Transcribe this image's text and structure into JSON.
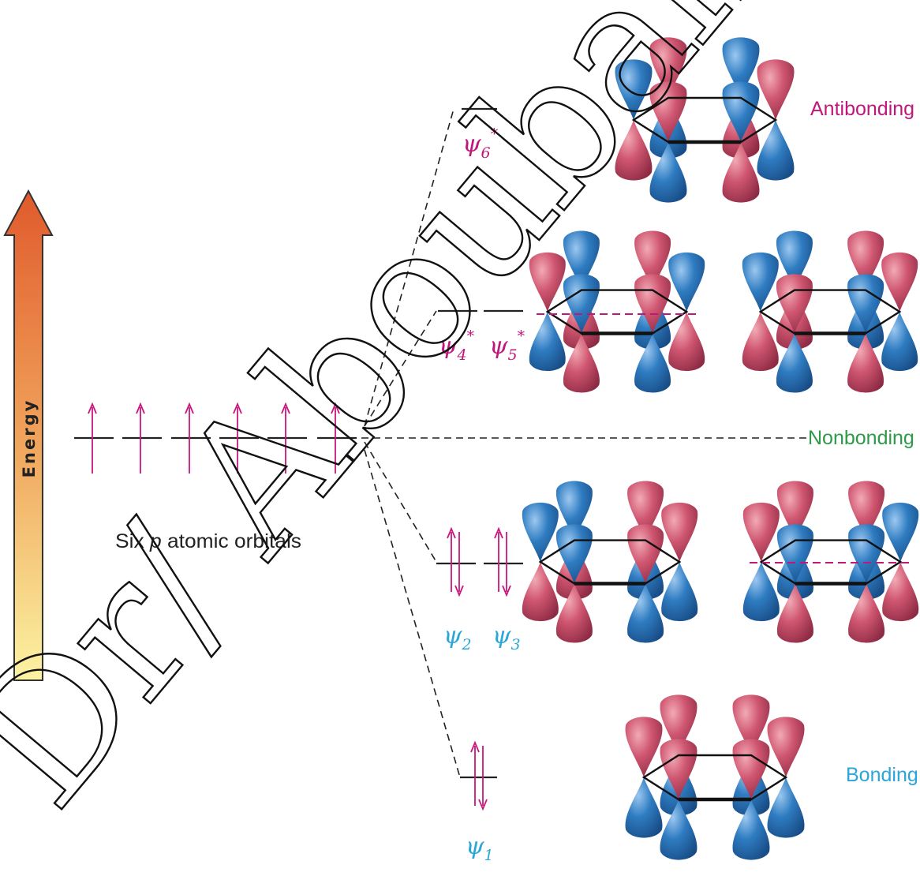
{
  "diagram": {
    "energy_axis_label": "Energy",
    "atomic_orbitals_caption_before": "Six ",
    "atomic_orbitals_caption_p": "p",
    "atomic_orbitals_caption_after": " atomic orbitals",
    "category_labels": {
      "antibonding": "Antibonding",
      "nonbonding": "Nonbonding",
      "bonding": "Bonding"
    },
    "mo_labels": {
      "psi": "ψ",
      "psi1_sub": "1",
      "psi2_sub": "2",
      "psi3_sub": "3",
      "psi4_sub": "4",
      "psi5_sub": "5",
      "psi6_sub": "6",
      "star": "*"
    },
    "colors": {
      "antibonding": "#c0187a",
      "nonbonding": "#2e9a48",
      "bonding": "#2aa6d8",
      "lobe_red": "#cf5670",
      "lobe_blue": "#2f7cc1",
      "electron_arrow": "#c8177d",
      "energy_arrow_top": "#e05a2c",
      "energy_arrow_bottom": "#fbf3a2"
    },
    "watermark": "Dr/ Aboubakr Ha"
  }
}
